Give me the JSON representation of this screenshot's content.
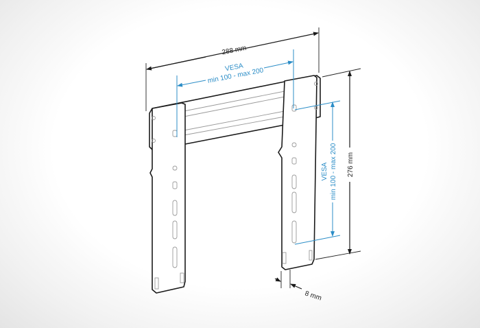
{
  "diagram": {
    "width_label": "288 mm",
    "height_label": "276 mm",
    "depth_label": "8 mm",
    "vesa_horizontal": {
      "title": "VESA",
      "range": "min 100 - max 200"
    },
    "vesa_vertical": {
      "title": "VESA",
      "range": "min 100 - max 200"
    },
    "colors": {
      "dimension": "#1a1a1a",
      "vesa": "#2b8dc7",
      "background": "#ffffff"
    }
  }
}
